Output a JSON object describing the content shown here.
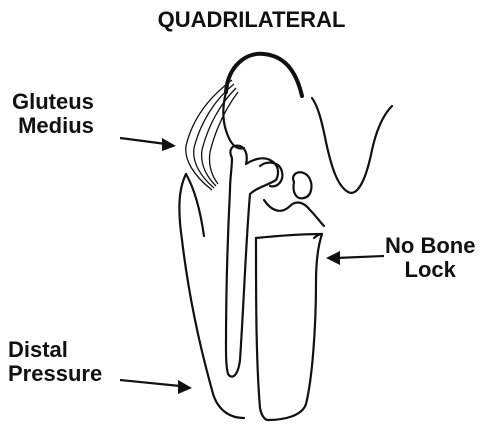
{
  "title": "QUADRILATERAL",
  "labels": {
    "gluteus_medius": {
      "line1": "Gluteus",
      "line2": "Medius"
    },
    "no_bone_lock": {
      "line1": "No Bone",
      "line2": "Lock"
    },
    "distal_pressure": {
      "line1": "Distal",
      "line2": "Pressure"
    }
  },
  "colors": {
    "ink": "#111111",
    "background": "#ffffff"
  }
}
